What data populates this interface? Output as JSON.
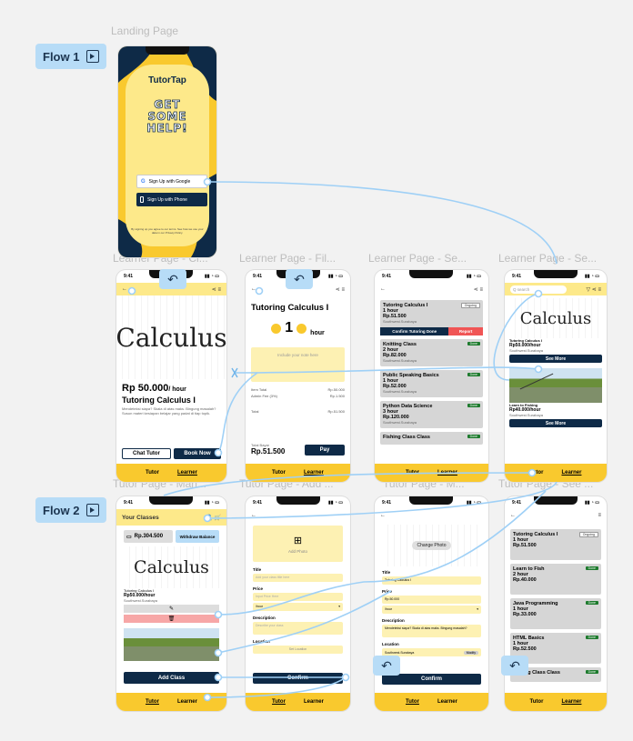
{
  "flows": {
    "flow1": "Flow 1",
    "flow2": "Flow 2"
  },
  "frame_labels": [
    "Landing Page",
    "Learner Page - Cl...",
    "Learner Page - Fil...",
    "Learner Page - Se...",
    "Learner Page - Se...",
    "Tutor Page - Man...",
    "Tutor Page - Add ...",
    "Tutor Page - M...",
    "Tutor Page - See ..."
  ],
  "status_time": "9:41",
  "landing": {
    "brand": "TutorTap",
    "headline": "GET SOME HELP!",
    "google": "Sign Up with Google",
    "phone": "Sign Up with Phone",
    "legal": "By signing up you agree to our terms. See how we use your data in our Privacy Policy."
  },
  "tabs": {
    "tutor": "Tutor",
    "learner": "Learner"
  },
  "class_detail": {
    "art": "Calculus",
    "price": "Rp 50.000",
    "unit": "/ hour",
    "title": "Tutoring Calculus I",
    "desc": "Mendeteksi siapa? Skala di atas maks. Bingung masalah? Susun materi kesiapan belajar yang padat di tiap topik.",
    "chat": "Chat Tutor",
    "book": "Book Now"
  },
  "checkout": {
    "title": "Tutoring Calculus I",
    "qty": "1",
    "unit": "hour",
    "note": "Include your note here",
    "rows": [
      [
        "Item Total",
        "Rp.50.000"
      ],
      [
        "Admin Fee (3%)",
        "Rp.1.500"
      ],
      [
        "Total",
        "Rp.51.500"
      ]
    ],
    "total_label": "Total Bayar",
    "total": "Rp.51.500",
    "pay": "Pay"
  },
  "sessions": {
    "items": [
      {
        "title": "Tutoring Calculus I",
        "hours": "1 hour",
        "price": "Rp.51.500",
        "loc": "Southwest.Surabaya",
        "badge": "Ongoing"
      },
      {
        "title": "Knitting Class",
        "hours": "2 hour",
        "price": "Rp.82.000",
        "loc": "Southwest.Surabaya",
        "badge": "Done"
      },
      {
        "title": "Public Speaking Basics",
        "hours": "1 hour",
        "price": "Rp.52.000",
        "loc": "Southwest.Surabaya",
        "badge": "Done"
      },
      {
        "title": "Python Data Science",
        "hours": "3 hour",
        "price": "Rp.120.000",
        "loc": "Southwest.Surabaya",
        "badge": "Done"
      },
      {
        "title": "Fishing Class Class",
        "hours": "",
        "price": "",
        "loc": "",
        "badge": "Done"
      }
    ],
    "confirm": "Confirm Tutoring Done",
    "report": "Report"
  },
  "search": {
    "placeholder": "Q search",
    "items": [
      {
        "art": "Calculus",
        "title": "Tutoring Calculus I",
        "price": "Rp50.000/hour",
        "loc": "Southwest.Surabaya",
        "btn": "See More"
      },
      {
        "title": "Learn to Fishing",
        "price": "Rp40.000/hour",
        "loc": "Southwest.Surabaya",
        "btn": "See More"
      }
    ]
  },
  "manage": {
    "title": "Your Classes",
    "balance": "Rp.304.500",
    "withdraw": "Withdraw Balance",
    "art": "Calculus",
    "item_title": "Tutoring Calculus I",
    "item_price": "Rp50.000/hour",
    "item_loc": "Southwest.Surabaya",
    "add": "Add Class"
  },
  "add_class": {
    "add_photo": "Add Photo",
    "fields": [
      {
        "label": "Title",
        "ph": "Add your class title here"
      },
      {
        "label": "Price",
        "ph": "Input Price Here"
      },
      {
        "label": "Description",
        "ph": "Describe your class"
      },
      {
        "label": "Location",
        "ph": "Set Location"
      }
    ],
    "unit": "/hour",
    "confirm": "Confirm"
  },
  "edit_class": {
    "change_photo": "Change Photo",
    "title_label": "Title",
    "title_val": "Tutoring Calculus I",
    "price_label": "Price",
    "price_val": "Rp.50.000",
    "unit": "/hour",
    "desc_label": "Description",
    "desc_val": "Mendeteksi siapa? Skala di atas maks. Bingung masalah?",
    "loc_label": "Location",
    "loc_val": "Southwest.Surabaya",
    "modify": "Modify",
    "confirm": "Confirm"
  },
  "tutor_sessions": {
    "items": [
      {
        "title": "Tutoring Calculus I",
        "hours": "1 hour",
        "price": "Rp.51.500",
        "badge": "Ongoing"
      },
      {
        "title": "Learn to Fish",
        "hours": "2 hour",
        "price": "Rp.40.000",
        "badge": "Done"
      },
      {
        "title": "Java Programming",
        "hours": "1 hour",
        "price": "Rp.33.000",
        "badge": "Done"
      },
      {
        "title": "HTML Basics",
        "hours": "1 hour",
        "price": "Rp.52.500",
        "badge": "Done"
      },
      {
        "title": "Fishing Class Class",
        "hours": "",
        "price": "",
        "badge": "Done"
      }
    ]
  },
  "colors": {
    "accent": "#f9c92e",
    "navy": "#0e2a47",
    "wire": "#9fd0f6",
    "tag": "#b7dcf7"
  }
}
